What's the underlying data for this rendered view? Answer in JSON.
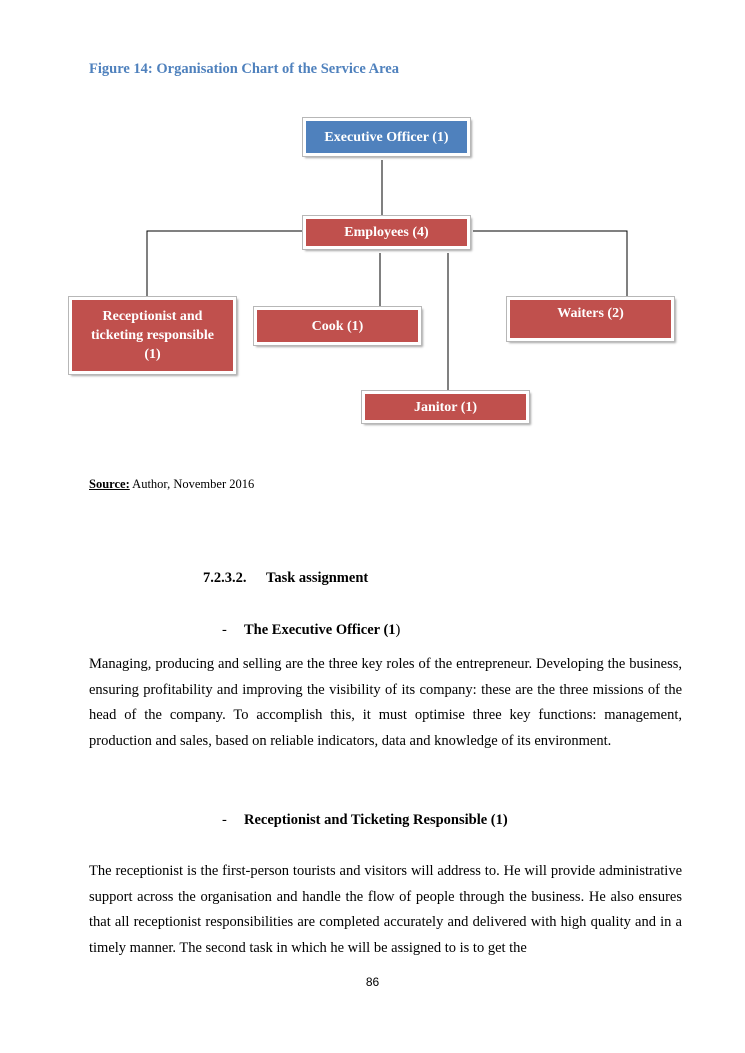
{
  "figure": {
    "caption": "Figure 14: Organisation Chart of the Service Area"
  },
  "org_chart": {
    "executive": "Executive Officer (1)",
    "employees": "Employees (4)",
    "receptionist_line1": "Receptionist and",
    "receptionist_line2": "ticketing responsible",
    "receptionist_line3": "(1)",
    "cook": "Cook (1)",
    "waiters": "Waiters (2)",
    "janitor": "Janitor (1)",
    "colors": {
      "blue": "#4f81bd",
      "red": "#c0504d"
    }
  },
  "source": {
    "label": "Source:",
    "text": " Author, November 2016"
  },
  "section": {
    "number": "7.2.3.2.",
    "title": "Task assignment"
  },
  "bullet1": {
    "dash": "-",
    "title": "The Executive Officer (1",
    "close": ")"
  },
  "paragraph1": "Managing, producing and selling are the three key roles of the entrepreneur. Developing the business, ensuring profitability and improving the visibility of its company: these are the three missions of the head of the company. To accomplish this, it must optimise three key functions: management, production and sales, based on reliable indicators, data and knowledge of its environment.",
  "bullet2": {
    "dash": "-",
    "title": "Receptionist and Ticketing Responsible (1)"
  },
  "paragraph2": "The receptionist is the first-person tourists and visitors will address to. He will provide administrative support across the organisation and handle the flow of people through the business. He also ensures that all receptionist responsibilities are completed accurately and delivered with high quality and in a timely manner. The second task in which he will be assigned to is to get the",
  "page_number": "86"
}
